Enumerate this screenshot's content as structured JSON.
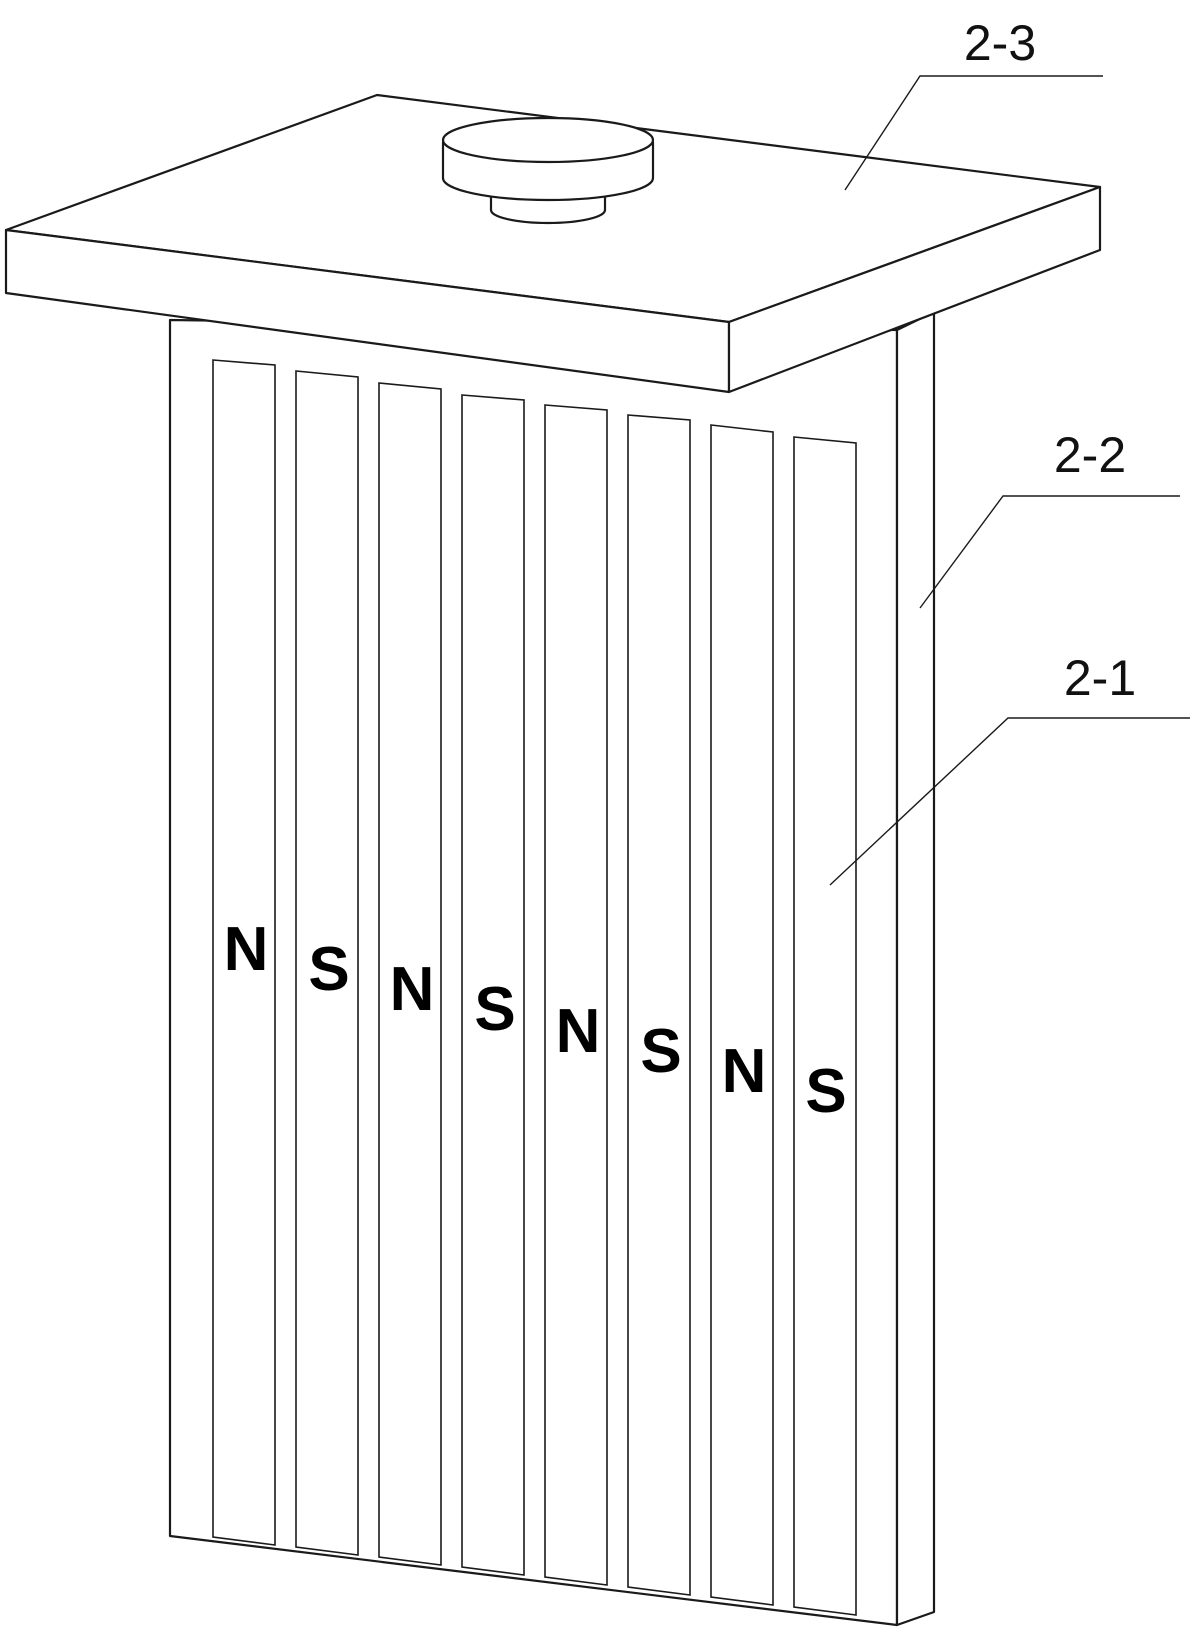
{
  "callouts": {
    "lid": "2-3",
    "frame": "2-2",
    "magnet": "2-1"
  },
  "poles": [
    "N",
    "S",
    "N",
    "S",
    "N",
    "S",
    "N",
    "S"
  ]
}
